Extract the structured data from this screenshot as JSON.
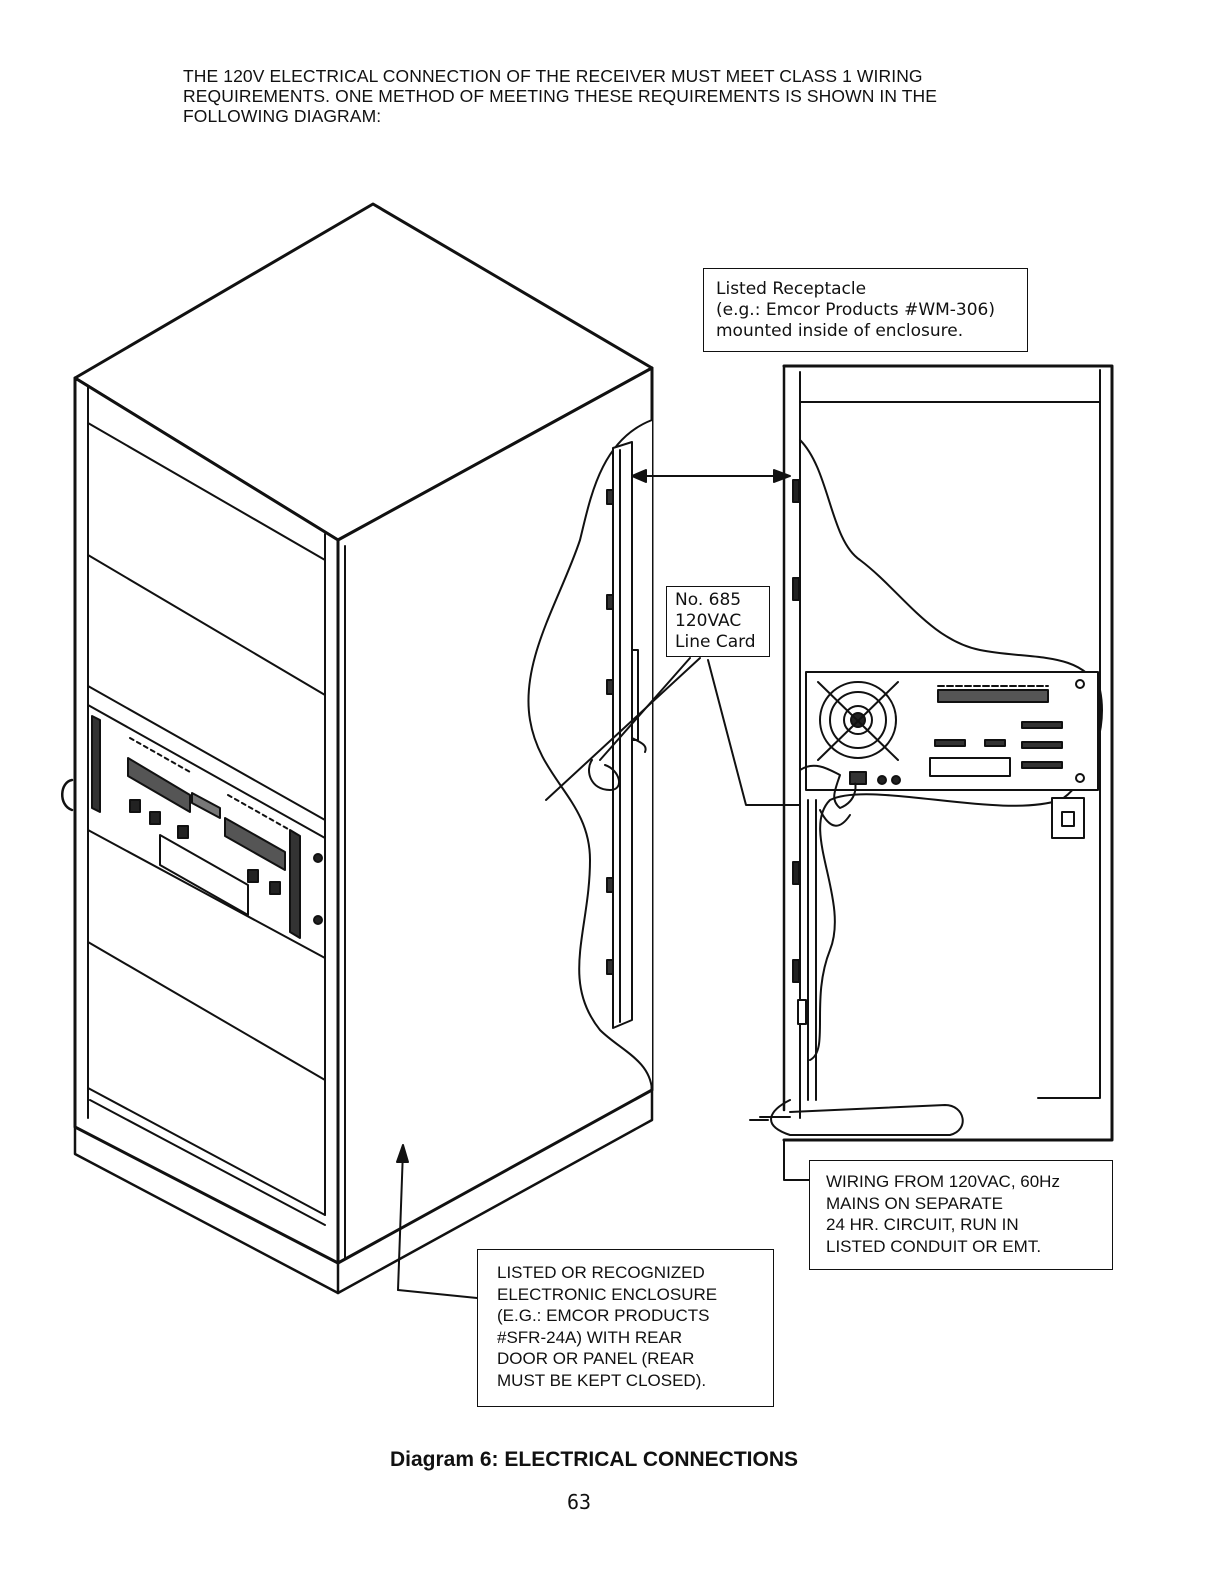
{
  "intro": {
    "line1": "THE 120V ELECTRICAL CONNECTION OF THE RECEIVER MUST MEET CLASS 1 WIRING",
    "line2": "REQUIREMENTS. ONE METHOD OF MEETING THESE REQUIREMENTS IS SHOWN IN THE",
    "line3": "FOLLOWING DIAGRAM:"
  },
  "callouts": {
    "receptacle": [
      "Listed Receptacle",
      "(e.g.: Emcor Products #WM-306)",
      "mounted inside of enclosure."
    ],
    "line_card": [
      "No. 685",
      "120VAC",
      "Line Card"
    ],
    "wiring": [
      "WIRING FROM 120VAC, 60Hz",
      "MAINS ON SEPARATE",
      "24 HR. CIRCUIT, RUN IN",
      "LISTED CONDUIT OR EMT."
    ],
    "enclosure": [
      "LISTED OR RECOGNIZED",
      "ELECTRONIC ENCLOSURE",
      "(E.G.: EMCOR PRODUCTS",
      "#SFR-24A) WITH REAR",
      "DOOR OR PANEL (REAR",
      "MUST BE KEPT CLOSED)."
    ]
  },
  "caption": "Diagram 6: ELECTRICAL CONNECTIONS",
  "page_number": "63"
}
